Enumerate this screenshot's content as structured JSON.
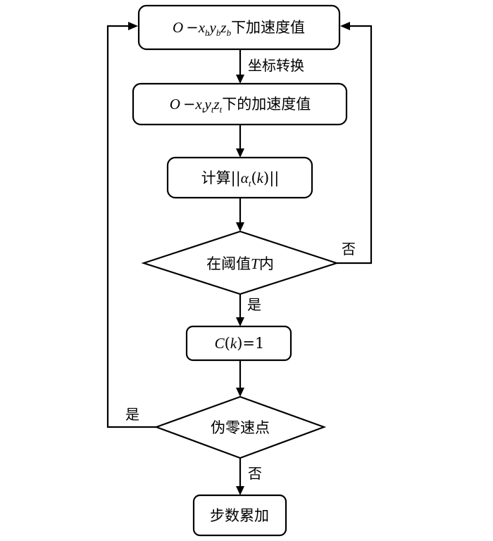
{
  "nodes": {
    "body_accel": {
      "prefix": "O",
      "dash": "−",
      "x": "x",
      "x_sub": "b",
      "y": "y",
      "y_sub": "b",
      "z": "z",
      "z_sub": "b",
      "suffix": "下加速度值"
    },
    "nav_accel": {
      "prefix": "O",
      "dash": "−",
      "x": "x",
      "x_sub": "t",
      "y": "y",
      "y_sub": "t",
      "z": "z",
      "z_sub": "t",
      "suffix": "下的加速度值"
    },
    "compute": {
      "prefix": "计算",
      "bars_open": "||",
      "alpha": "α",
      "alpha_sub": "t",
      "paren_open": "(",
      "k": "k",
      "paren_close": ")",
      "bars_close": "||"
    },
    "threshold": {
      "prefix": "在阈值",
      "T": "T",
      "suffix": "内"
    },
    "assign": {
      "C": "C",
      "paren_open": "(",
      "k": "k",
      "paren_close": ")",
      "rest": "=1"
    },
    "pseudo_zero": {
      "label": "伪零速点"
    },
    "step_count": {
      "label": "步数累加"
    }
  },
  "edges": {
    "coord_transform": "坐标转换",
    "threshold_no": "否",
    "threshold_yes": "是",
    "pseudo_yes": "是",
    "pseudo_no": "否"
  }
}
